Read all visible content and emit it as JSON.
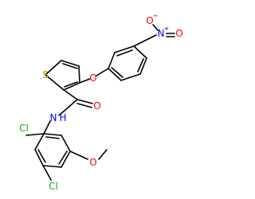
{
  "molecule": {
    "colors": {
      "bond": "#000000",
      "carbon": "#000000",
      "oxygen": "#ff0000",
      "nitrogen": "#0000ff",
      "sulfur": "#b8a000",
      "chlorine": "#1f9f1f"
    },
    "atoms": {
      "S1": "S",
      "O_ether": "O",
      "O_amide": "O",
      "N_amide": "N",
      "H_amide": "H",
      "N_nitro": "N",
      "O_nitro_1": "O",
      "O_nitro_2": "O",
      "Cl_1": "Cl",
      "Cl_2": "Cl",
      "O_methoxy": "O"
    },
    "charges": {
      "N_nitro": "+",
      "O_nitro_1": "−"
    }
  }
}
